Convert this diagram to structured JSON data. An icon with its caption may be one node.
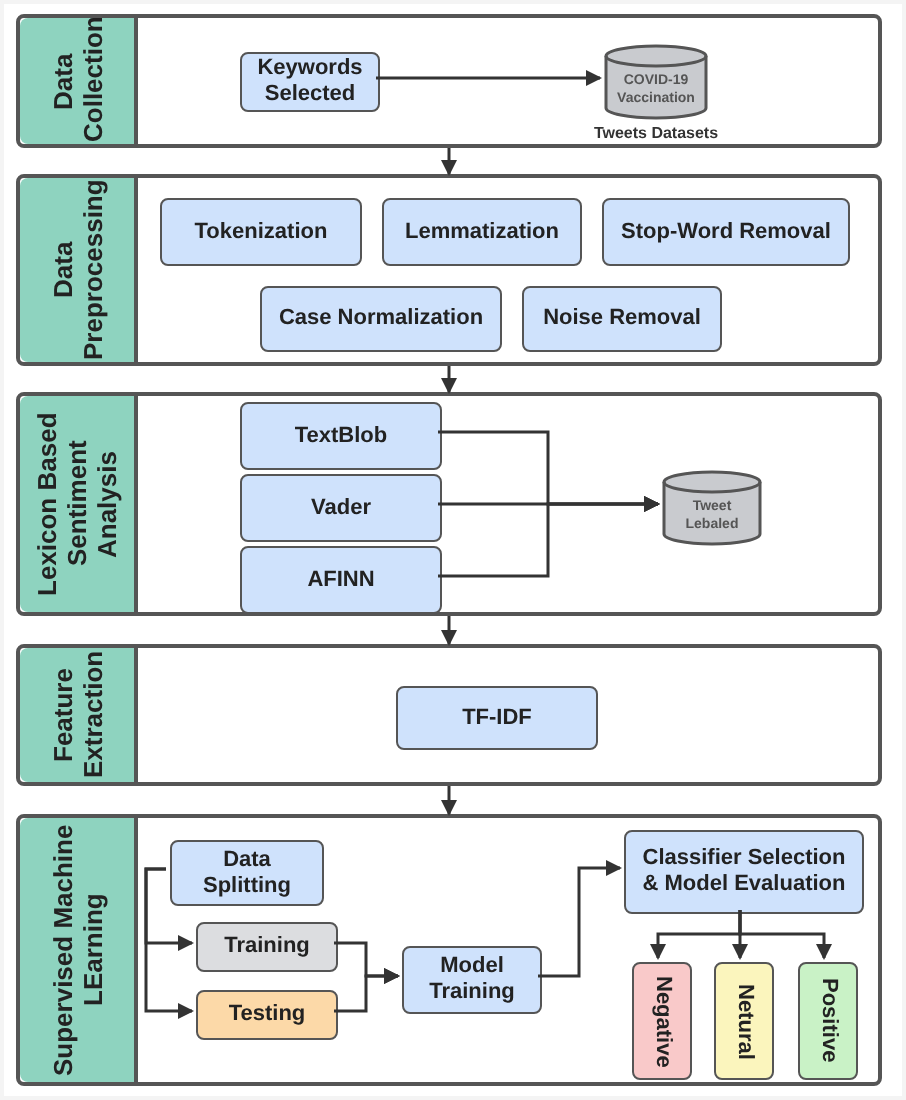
{
  "diagram": {
    "nodes": [
      {
        "text": [
          "Data Collection"
        ]
      },
      {
        "text": [
          "Keywords Selected"
        ],
        "in": 0
      },
      {
        "text": [
          "COVID-19 Vaccination"
        ],
        "in": 0,
        "beside": [
          "Tweets Datasets"
        ]
      },
      {
        "text": [
          "Data Preprocessing"
        ]
      },
      {
        "text": [
          "Tokenization"
        ],
        "in": 3
      },
      {
        "text": [
          "Lemmatization"
        ],
        "in": 3
      },
      {
        "text": [
          "Stop-Word Removal"
        ],
        "in": 3
      },
      {
        "text": [
          "Case Normalization"
        ],
        "in": 3
      },
      {
        "text": [
          "Noise Removal"
        ],
        "in": 3
      },
      {
        "text": [
          "Lexicon Based Sentiment Analysis"
        ]
      },
      {
        "text": [
          "TextBlob"
        ],
        "in": 9
      },
      {
        "text": [
          "Vader"
        ],
        "in": 9
      },
      {
        "text": [
          "AFINN"
        ],
        "in": 9
      },
      {
        "text": [
          "Tweet Lebaled"
        ],
        "in": 9
      },
      {
        "text": [
          "Feature Extraction"
        ]
      },
      {
        "text": [
          "TF-IDF"
        ],
        "in": 14
      },
      {
        "text": [
          "Supervised Machine LEarning"
        ]
      },
      {
        "text": [
          "Data Splitting"
        ],
        "in": 16
      },
      {
        "text": [
          "Training"
        ],
        "in": 16
      },
      {
        "text": [
          "Testing"
        ],
        "in": 16
      },
      {
        "text": [
          "Model Training"
        ],
        "in": 16
      },
      {
        "text": [
          "Classifier Selection & Model Evaluation"
        ],
        "in": 16
      },
      {
        "text": [
          "Negative"
        ],
        "in": 16
      },
      {
        "text": [
          "Netural"
        ],
        "in": 16
      },
      {
        "text": [
          "Positive"
        ],
        "in": 16
      }
    ],
    "edges": [
      {
        "from": 0,
        "to": 3,
        "arrow": "to"
      },
      {
        "from": 3,
        "to": 9,
        "arrow": "to"
      },
      {
        "from": 9,
        "to": 14,
        "arrow": "to"
      },
      {
        "from": 14,
        "to": 16,
        "arrow": "to"
      },
      {
        "from": 1,
        "to": 2,
        "arrow": "to"
      },
      {
        "from": 10,
        "to": 13,
        "arrow": "to"
      },
      {
        "from": 11,
        "to": 13,
        "arrow": "to"
      },
      {
        "from": 12,
        "to": 13,
        "arrow": "to"
      },
      {
        "from": 17,
        "to": 18,
        "arrow": "to"
      },
      {
        "from": 17,
        "to": 19,
        "arrow": "to"
      },
      {
        "from": 18,
        "to": 20,
        "arrow": "to"
      },
      {
        "from": 19,
        "to": 20,
        "arrow": "to"
      },
      {
        "from": 20,
        "to": 21,
        "arrow": "to"
      },
      {
        "from": 21,
        "to": 22,
        "arrow": "to"
      },
      {
        "from": 21,
        "to": 23,
        "arrow": "to"
      },
      {
        "from": 21,
        "to": 24,
        "arrow": "to"
      }
    ]
  }
}
